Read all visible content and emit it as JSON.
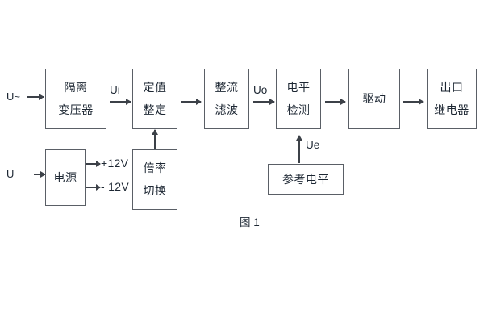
{
  "figure": {
    "caption": "图 1",
    "line_color": "#3c4148",
    "box_border_color": "#5a5f66",
    "text_color": "#1d2733",
    "background": "#ffffff"
  },
  "inputs": {
    "ac_source_label": "U~",
    "dc_source_label": "U"
  },
  "signals": {
    "ui": "Ui",
    "uo": "Uo",
    "ue": "Ue"
  },
  "power_rails": {
    "positive": "+12V",
    "negative": "- 12V"
  },
  "blocks": [
    {
      "id": "isolation-transformer",
      "line1": "隔离",
      "line2": "变压器"
    },
    {
      "id": "setpoint-setting",
      "line1": "定值",
      "line2": "整定"
    },
    {
      "id": "rectify-filter",
      "line1": "整流",
      "line2": "滤波"
    },
    {
      "id": "level-detection",
      "line1": "电平",
      "line2": "检测"
    },
    {
      "id": "drive",
      "line1": "驱动"
    },
    {
      "id": "output-relay",
      "line1": "出口",
      "line2": "继电器"
    },
    {
      "id": "power-supply",
      "line1": "电源"
    },
    {
      "id": "multiplier-switch",
      "line1": "倍率",
      "line2": "切换"
    },
    {
      "id": "reference-level",
      "line1": "参考电平"
    }
  ]
}
